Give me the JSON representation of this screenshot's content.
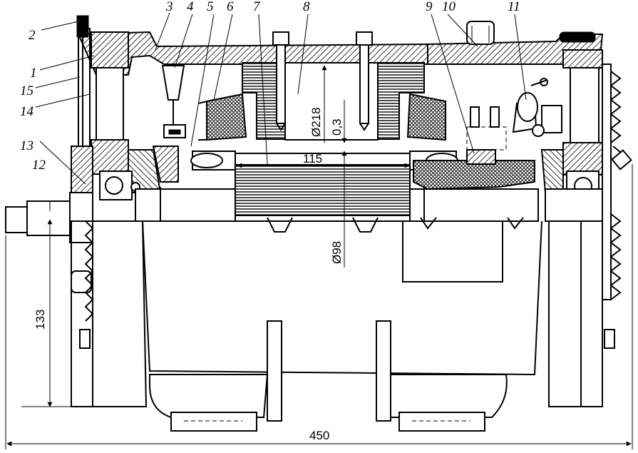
{
  "part_labels": [
    "1",
    "2",
    "3",
    "4",
    "5",
    "6",
    "7",
    "8",
    "9",
    "10",
    "11",
    "12",
    "13",
    "14",
    "15"
  ],
  "dimensions": {
    "d218": "Ø218",
    "gap": "0,3",
    "len115": "115",
    "d98": "Ø98",
    "h133": "133",
    "w450": "450"
  },
  "colors": {
    "ink": "#000000",
    "paper": "#ffffff"
  }
}
